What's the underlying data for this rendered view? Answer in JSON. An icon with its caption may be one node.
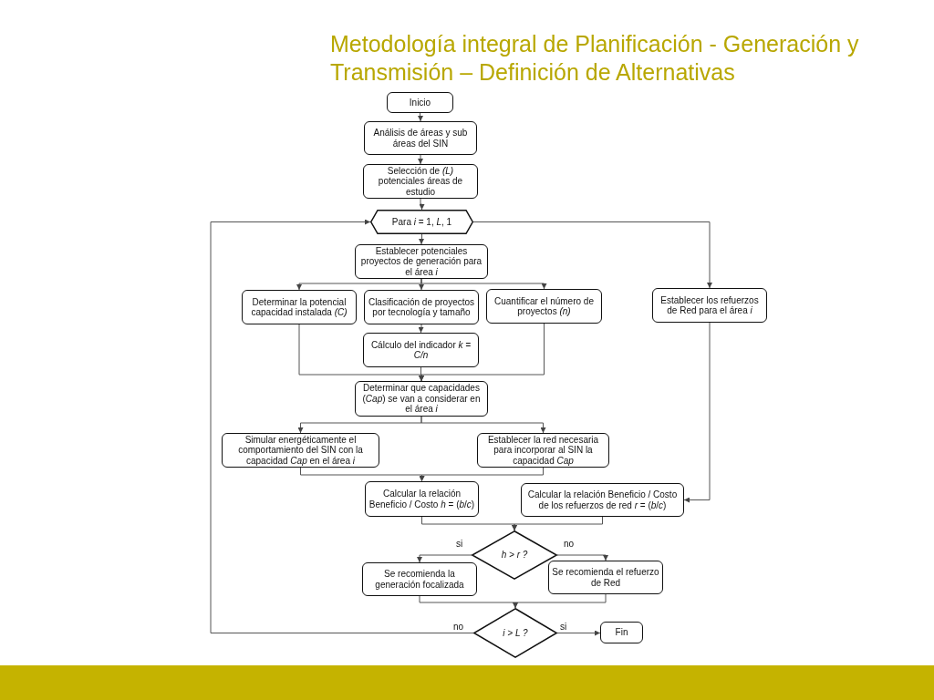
{
  "diagram": {
    "title": "Metodología integral de Planificación - Generación y Transmisión – Definición de Alternativas",
    "nodes": [
      {
        "text": [
          "Inicio"
        ]
      },
      {
        "text": [
          "Análisis de áreas y sub áreas del SIN"
        ]
      },
      {
        "text": [
          "Selección de *(L)* potenciales áreas de estudio"
        ]
      },
      {
        "text": [
          "Para *i* = 1, *L*, 1"
        ]
      },
      {
        "text": [
          "Establecer potenciales proyectos de generación para el área *i*"
        ]
      },
      {
        "text": [
          "Determinar la potencial capacidad instalada *(C)*"
        ]
      },
      {
        "text": [
          "Clasificación de proyectos por tecnología y tamaño"
        ]
      },
      {
        "text": [
          "Cuantificar el número de proyectos *(n)*"
        ]
      },
      {
        "text": [
          "Establecer los refuerzos de Red para el área *i*"
        ]
      },
      {
        "text": [
          "Cálculo del indicador *k = C/n*"
        ]
      },
      {
        "text": [
          "Determinar que capacidades (*Cap*) se van a considerar en el área *i*"
        ]
      },
      {
        "text": [
          "Simular energéticamente el comportamiento del SIN con la capacidad *Cap* en el área *i*"
        ]
      },
      {
        "text": [
          "Establecer la red necesaria para incorporar al SIN la capacidad *Cap*"
        ]
      },
      {
        "text": [
          "Calcular la relación Beneficio / Costo *h* = (*b*/*c*)"
        ]
      },
      {
        "text": [
          "Calcular la relación Beneficio / Costo de los refuerzos de red *r* = (*b*/*c*)"
        ]
      },
      {
        "text": [
          "h > r ?"
        ]
      },
      {
        "text": [
          "Se recomienda la generación focalizada"
        ]
      },
      {
        "text": [
          "Se recomienda el refuerzo de Red"
        ]
      },
      {
        "text": [
          "i > L ?"
        ]
      },
      {
        "text": [
          "Fin"
        ]
      }
    ],
    "edges": [
      {
        "from": 0,
        "to": 1,
        "arrow": "to"
      },
      {
        "from": 1,
        "to": 2,
        "arrow": "to"
      },
      {
        "from": 2,
        "to": 3,
        "arrow": "to"
      },
      {
        "from": 3,
        "to": 4,
        "arrow": "to"
      },
      {
        "from": 3,
        "to": 8,
        "arrow": "to"
      },
      {
        "from": 4,
        "to": 5,
        "arrow": "to"
      },
      {
        "from": 4,
        "to": 6,
        "arrow": "to"
      },
      {
        "from": 4,
        "to": 7,
        "arrow": "to"
      },
      {
        "from": 6,
        "to": 9,
        "arrow": "to"
      },
      {
        "from": 5,
        "to": 10,
        "arrow": "to"
      },
      {
        "from": 9,
        "to": 10,
        "arrow": "to"
      },
      {
        "from": 7,
        "to": 10,
        "arrow": "to"
      },
      {
        "from": 10,
        "to": 11,
        "arrow": "to"
      },
      {
        "from": 10,
        "to": 12,
        "arrow": "to"
      },
      {
        "from": 11,
        "to": 13,
        "arrow": "to"
      },
      {
        "from": 12,
        "to": 13,
        "arrow": "to"
      },
      {
        "from": 8,
        "to": 14,
        "arrow": "to"
      },
      {
        "from": 13,
        "to": 15,
        "arrow": "to"
      },
      {
        "from": 14,
        "to": 15,
        "arrow": "to"
      },
      {
        "from": 15,
        "to": 16,
        "arrow": "to",
        "label": "si"
      },
      {
        "from": 15,
        "to": 17,
        "arrow": "to",
        "label": "no"
      },
      {
        "from": 16,
        "to": 18,
        "arrow": "to"
      },
      {
        "from": 17,
        "to": 18,
        "arrow": "to"
      },
      {
        "from": 18,
        "to": 19,
        "arrow": "to",
        "label": "si"
      },
      {
        "from": 18,
        "to": 3,
        "arrow": "to",
        "label": "no"
      }
    ]
  }
}
